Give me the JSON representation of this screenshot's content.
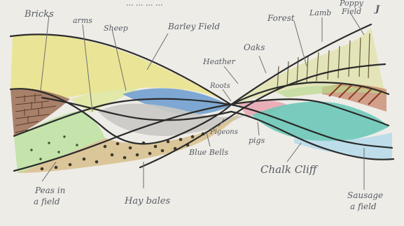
{
  "header_fragment": "... ... ... ...",
  "corner_mark": "J",
  "labels": {
    "bricks": "Bricks",
    "arms": "arms",
    "sheep": "Sheep",
    "barley_field": "Barley Field",
    "heather": "Heather",
    "forest": "Forest",
    "lambs": "Lamb",
    "poppy_field_1": "Poppy",
    "poppy_field_2": "Field",
    "oaks": "Oaks",
    "roots": "Roots",
    "bluebells": "Blue Bells",
    "pigeons": "Pigeons",
    "pigs": "pigs",
    "chalk_cliff": "Chalk Cliff",
    "peas_1": "Peas in",
    "peas_2": "a field",
    "hay_bales": "Hay bales",
    "sausage_1": "Sausage",
    "sausage_2": "a field"
  },
  "colors": {
    "paper": "#eeece7",
    "yellow": "#e9e487",
    "green": "#bfe3a4",
    "blue": "#6a9ccf",
    "grey": "#c9c9c4",
    "brown": "#9c6f55",
    "pink": "#e8a9b4",
    "teal": "#6cc9b8",
    "lightblue": "#b7dcea",
    "tan": "#d7c08c",
    "rust": "#b8623e"
  }
}
